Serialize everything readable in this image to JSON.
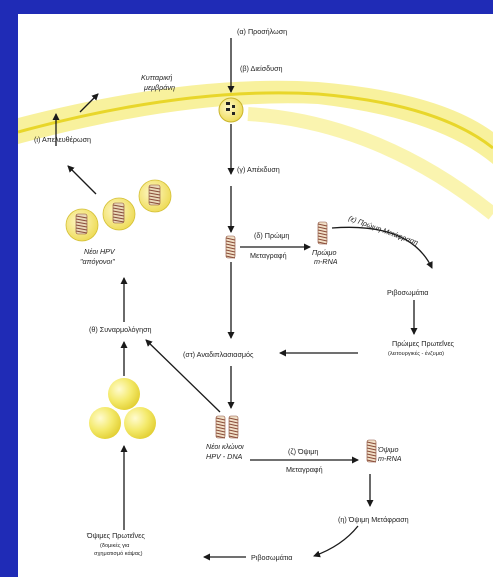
{
  "colors": {
    "background": "#1f2bb6",
    "panel": "#ffffff",
    "membrane_band": "#f1e64a",
    "virion_fill": "#f3ea6a",
    "dna_coil": "#8a4d3a",
    "arrow": "#1a1a1a"
  },
  "labels": {
    "attachment": "(α) Προσήλωση",
    "entry": "(β) Διείσδυση",
    "membrane_line1": "Κυτταρική",
    "membrane_line2": "μεμβράνη",
    "release": "(ι) Απελευθέρωση",
    "uncoating": "(γ) Απέκδυση",
    "early_transcription_line1": "(δ) Πρώιμη",
    "early_transcription_line2": "Μεταγραφή",
    "early_mrna_line1": "Πρώιμο",
    "early_mrna_line2": "m-RNA",
    "early_translation": "(ε) Πρώιμη Μετάφραση",
    "ribosomes_top": "Ριβοσωμάτια",
    "early_proteins_line1": "Πρώιμες Πρωτεΐνες",
    "early_proteins_line2": "(λειτουργικές - ένζυμα)",
    "new_hpv_line1": "Νέοι HPV",
    "new_hpv_line2": "\"απόγονοι\"",
    "assembly": "(θ) Συναρμολόγηση",
    "replication": "(στ) Αναδιπλασιασμός",
    "new_dna_line1": "Νέοι κλώνοι",
    "new_dna_line2": "HPV - DNA",
    "late_transcription_line1": "(ζ) Όψιμη",
    "late_transcription_line2": "Μεταγραφή",
    "late_mrna_line1": "Όψιμο",
    "late_mrna_line2": "m-RNA",
    "late_translation": "(η) Όψιμη Μετάφραση",
    "ribosomes_bottom": "Ριβοσωμάτια",
    "late_proteins_line1": "Όψιμες Πρωτεΐνες",
    "late_proteins_line2": "(δομικές για",
    "late_proteins_line3": "σχηματισμό κάψας)"
  }
}
